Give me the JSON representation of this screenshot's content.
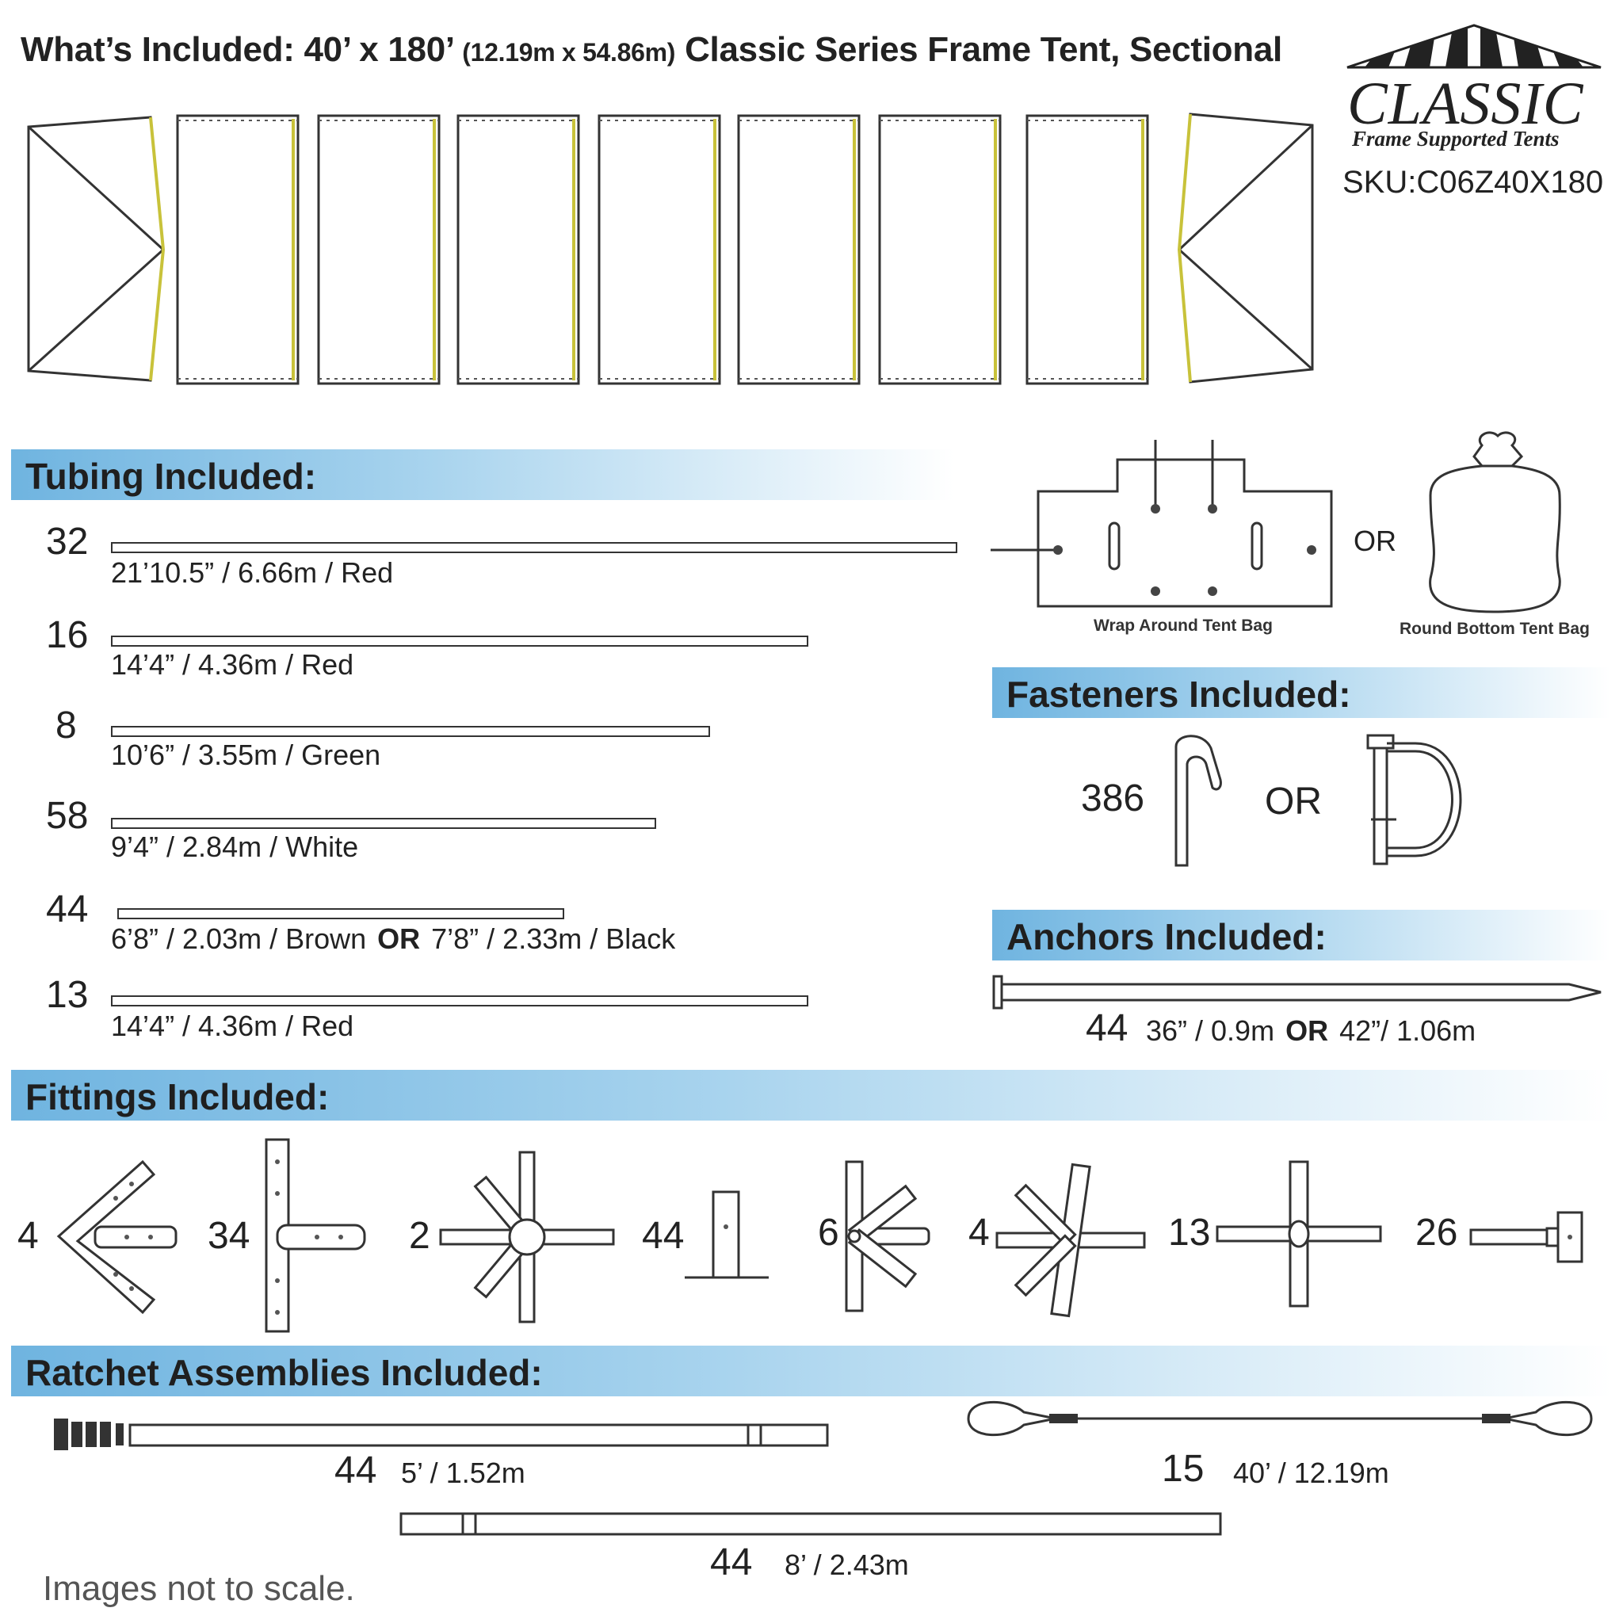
{
  "header": {
    "title_a": "What’s Included: 40’ x 180’ ",
    "title_small": "(12.19m x 54.86m)",
    "title_b": " Classic Series Frame Tent, Sectional",
    "logo_main": "CLASSIC",
    "logo_sub": "Frame Supported Tents",
    "sku": "SKU:C06Z40X180"
  },
  "tubing": {
    "title": "Tubing Included:",
    "rows": [
      {
        "qty": "32",
        "label": "21’10.5” / 6.66m  /  Red"
      },
      {
        "qty": "16",
        "label": "14’4” / 4.36m  /  Red"
      },
      {
        "qty": "8",
        "label": "10’6” / 3.55m  /  Green"
      },
      {
        "qty": "58",
        "label": "9’4” / 2.84m  /  White"
      },
      {
        "qty": "44",
        "label_a": "6’8” / 2.03m  /  Brown",
        "label_or": "OR",
        "label_b": "7’8” / 2.33m  /  Black"
      },
      {
        "qty": "13",
        "label": "14’4” / 4.36m  /  Red"
      }
    ]
  },
  "bags": {
    "or": "OR",
    "wrap": "Wrap Around Tent Bag",
    "round": "Round Bottom Tent Bag"
  },
  "fasteners": {
    "title": "Fasteners Included:",
    "qty": "386",
    "or": "OR"
  },
  "anchors": {
    "title": "Anchors Included:",
    "qty": "44",
    "label_a": "36” / 0.9m",
    "or": "OR",
    "label_b": "42”/ 1.06m"
  },
  "fittings": {
    "title": "Fittings Included:",
    "qtys": [
      "4",
      "34",
      "2",
      "44",
      "6",
      "4",
      "13",
      "26"
    ]
  },
  "ratchets": {
    "title": "Ratchet Assemblies Included:",
    "r1_qty": "44",
    "r1_label": "5’ / 1.52m",
    "r2_qty": "15",
    "r2_label": "40’ / 12.19m",
    "r3_qty": "44",
    "r3_label": "8’ / 2.43m"
  },
  "footer": {
    "note": "Images not to scale."
  }
}
